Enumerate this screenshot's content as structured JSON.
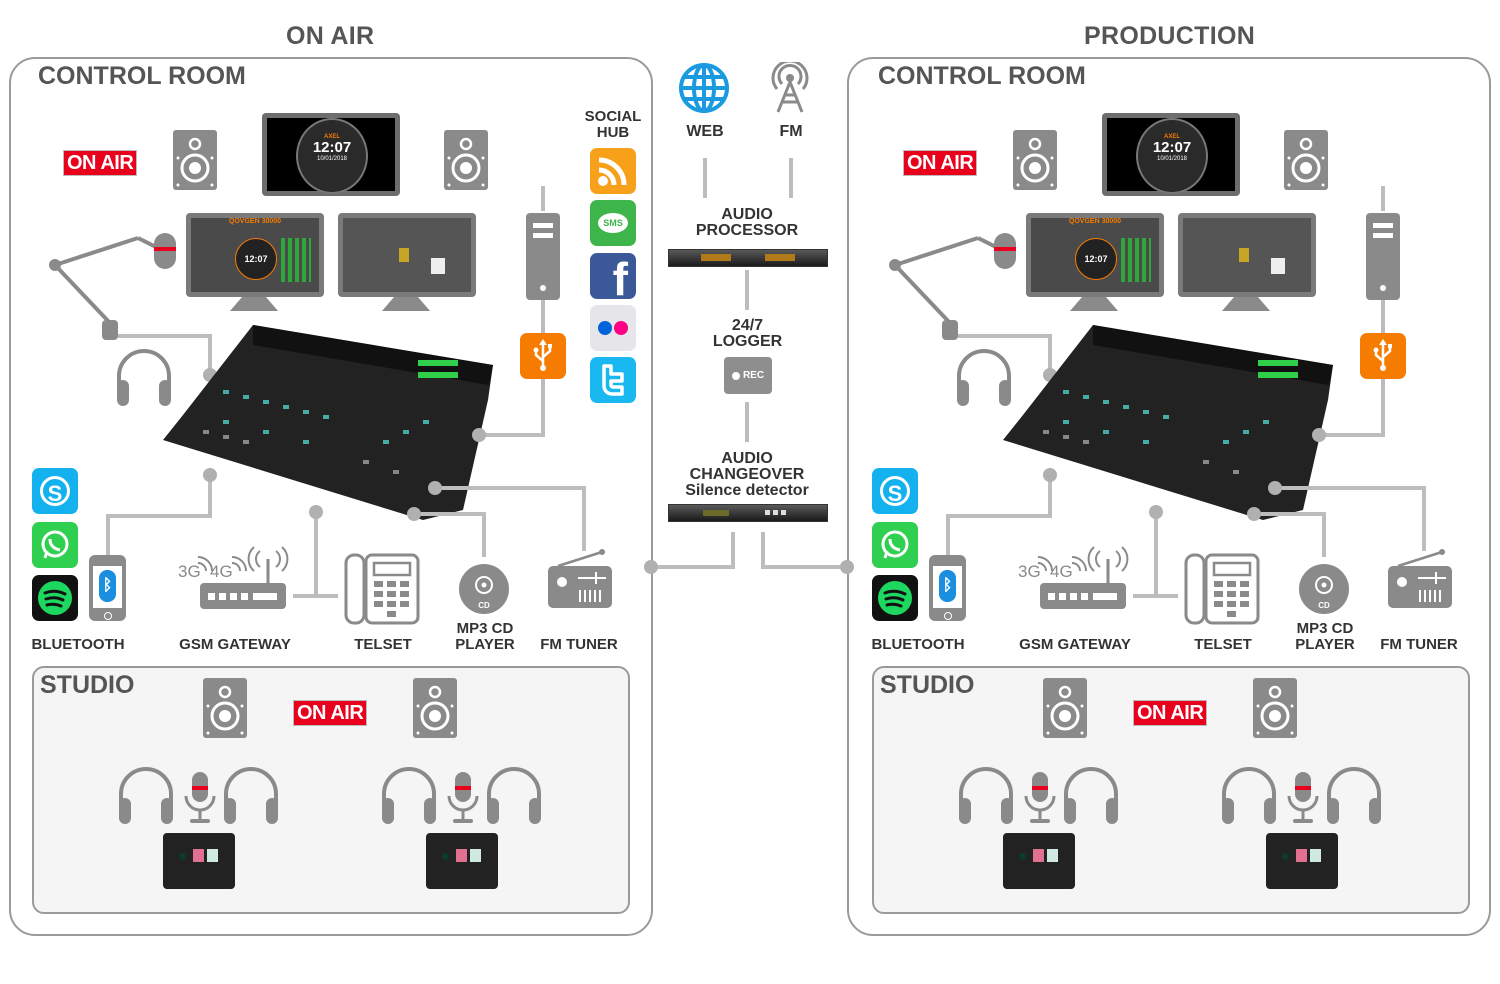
{
  "sections": {
    "on_air": {
      "title": "ON AIR",
      "control_room_label": "CONTROL ROOM",
      "on_air_sign": "ON AIR",
      "studio_label": "STUDIO",
      "studio_on_air_sign": "ON AIR",
      "clock": {
        "brand": "AXEL",
        "time": "12:07",
        "date": "10/01/2018"
      },
      "software_title": "QOVGEN 30000",
      "software_clock": "12:07",
      "devices": [
        "BLUETOOTH",
        "GSM GATEWAY",
        "TELSET",
        "MP3 CD\nPLAYER",
        "FM TUNER"
      ]
    },
    "production": {
      "title": "PRODUCTION",
      "control_room_label": "CONTROL ROOM",
      "on_air_sign": "ON AIR",
      "studio_label": "STUDIO",
      "studio_on_air_sign": "ON AIR",
      "clock": {
        "brand": "AXEL",
        "time": "12:07",
        "date": "10/01/2018"
      },
      "software_title": "QOVGEN 30000",
      "software_clock": "12:07",
      "devices": [
        "BLUETOOTH",
        "GSM GATEWAY",
        "TELSET",
        "MP3 CD\nPLAYER",
        "FM TUNER"
      ]
    }
  },
  "device_labels": {
    "bluetooth": "BLUETOOTH",
    "gsm_gateway": "GSM GATEWAY",
    "telset": "TELSET",
    "mp3_line1": "MP3 CD",
    "mp3_line2": "PLAYER",
    "fm_tuner": "FM TUNER",
    "gsm_3g": "3G",
    "gsm_4g": "4G",
    "cd": "CD"
  },
  "social_hub": {
    "label_line1": "SOCIAL",
    "label_line2": "HUB",
    "items": [
      {
        "name": "rss",
        "color": "#f7a01a"
      },
      {
        "name": "sms",
        "color": "#3db54a",
        "text": "SMS"
      },
      {
        "name": "facebook",
        "color": "#3b5998",
        "text": "f"
      },
      {
        "name": "flickr",
        "color": "#e6e6ea"
      },
      {
        "name": "twitter",
        "color": "#1ab8f0"
      }
    ]
  },
  "messaging_apps": [
    {
      "name": "skype",
      "color": "#13b1ee"
    },
    {
      "name": "whatsapp",
      "color": "#2fd04f"
    },
    {
      "name": "spotify",
      "color": "#111111"
    }
  ],
  "center_chain": {
    "web": "WEB",
    "fm": "FM",
    "audio_processor_line1": "AUDIO",
    "audio_processor_line2": "PROCESSOR",
    "logger_line1": "24/7",
    "logger_line2": "LOGGER",
    "rec_button": "REC",
    "changeover_line1": "AUDIO",
    "changeover_line2": "CHANGEOVER",
    "changeover_line3": "Silence detector"
  },
  "colors": {
    "on_air_red": "#e8001c",
    "usb_orange": "#f57c00",
    "web_blue": "#1a9be0",
    "icon_gray": "#8a8a8a",
    "line_gray": "#bdbdbd"
  }
}
